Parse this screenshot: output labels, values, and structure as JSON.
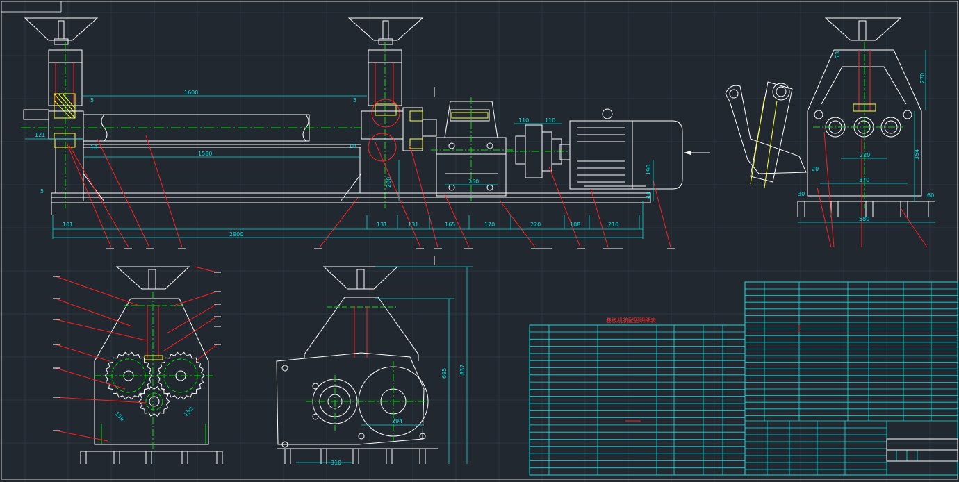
{
  "drawing": {
    "background": "#212830",
    "colors": {
      "outline": "#ffffff",
      "dimension": "#00e6e6",
      "centerline": "#00e000",
      "leader": "#ff2020",
      "hatch": "#ffff33"
    }
  },
  "front_view": {
    "dims": {
      "d1600": "1600",
      "d1580": "1580",
      "d2900": "2900",
      "d121": "121",
      "d101": "101",
      "d5a": "5",
      "d5b": "5",
      "d5c": "5",
      "d10a": "10",
      "d10b": "10",
      "d200": "200",
      "d131a": "131",
      "d131b": "131",
      "d165": "165",
      "d170": "170",
      "d220": "220",
      "d108": "108",
      "d210": "210",
      "d250": "250",
      "d110a": "110",
      "d110b": "110",
      "d190": "190",
      "d40": "40"
    }
  },
  "side_view": {
    "dims": {
      "d270": "270",
      "d220": "220",
      "d370": "370",
      "d354": "354",
      "d580": "580",
      "d60": "60",
      "d20": "20",
      "d30": "30",
      "d73": "73"
    }
  },
  "gear_view": {
    "dims": {
      "d150a": "150",
      "d150b": "150"
    }
  },
  "gearbox_view": {
    "dims": {
      "d695": "695",
      "d837": "837",
      "d294": "294",
      "d310": "310"
    }
  },
  "title_block": {
    "table_caption": "卷板机装配图明细表"
  }
}
